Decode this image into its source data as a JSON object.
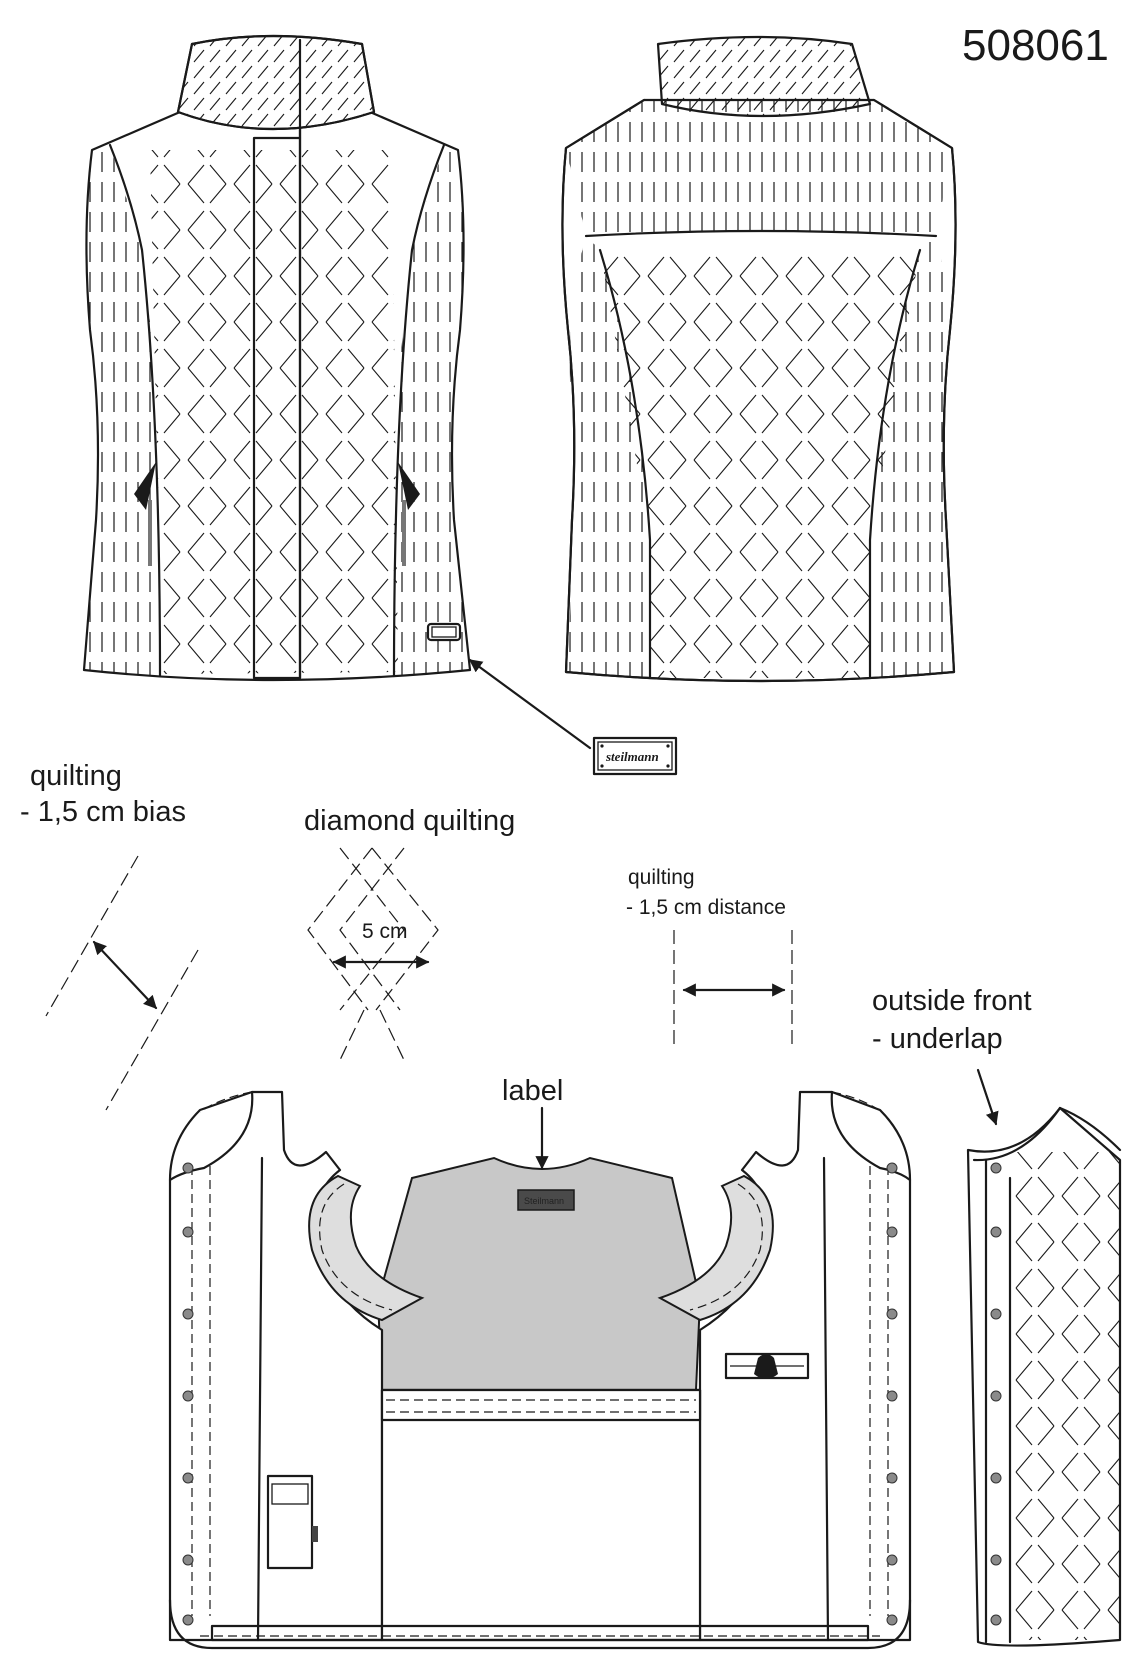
{
  "article_number": "508061",
  "callouts": {
    "quilting_bias": {
      "line1": "quilting",
      "line2": "- 1,5 cm bias"
    },
    "diamond_quilting": {
      "title": "diamond quilting",
      "measure": "5 cm"
    },
    "quilting_distance": {
      "line1": "quilting",
      "line2": "- 1,5 cm distance"
    },
    "outside_front": {
      "line1": "outside front",
      "line2": "- underlap"
    },
    "label": "label"
  },
  "brand": {
    "badge": "steilmann",
    "inner_label": "Steilmann"
  },
  "colors": {
    "ink": "#1a1a1a",
    "lining_grey": "#c8c8c8",
    "rivet": "#8a8a8a"
  }
}
